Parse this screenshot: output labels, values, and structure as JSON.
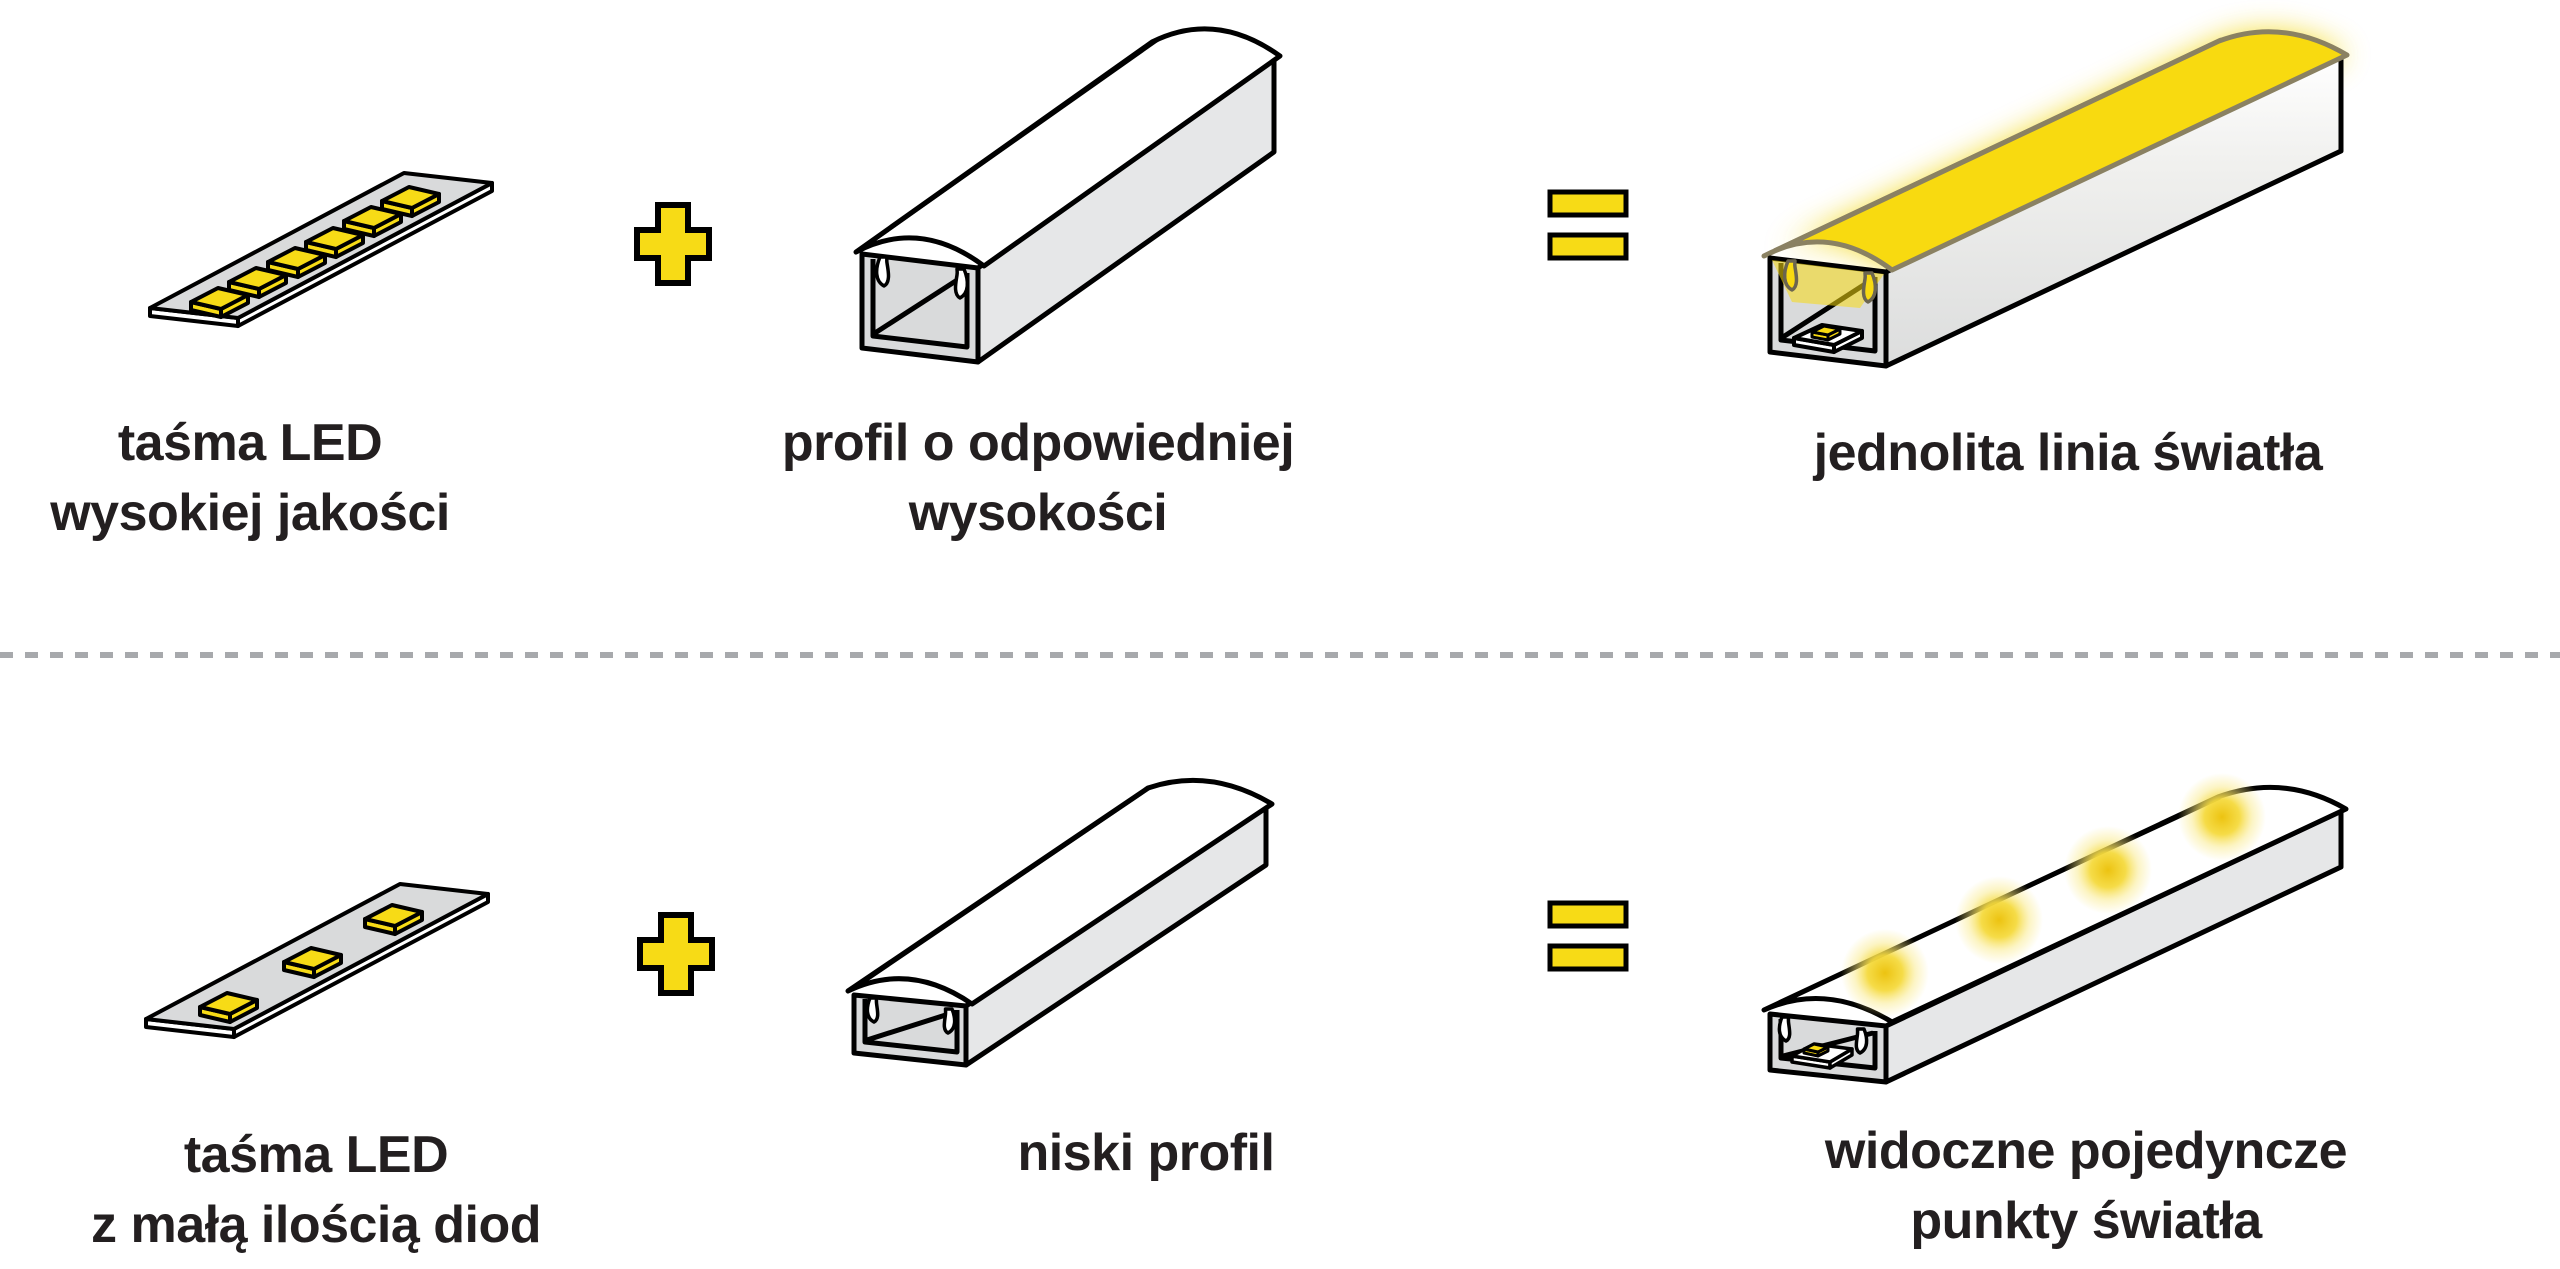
{
  "colors": {
    "yellow": "#f7db16",
    "strip_gray": "#d9dadb",
    "profile_side_gray": "#e6e7e8",
    "divider_gray": "#a7a9ac",
    "outline_black": "#000000",
    "text": "#231f20",
    "background": "#ffffff"
  },
  "icons": {
    "plus": "plus-icon",
    "equals": "equals-icon"
  },
  "top_row": {
    "led_strip_caption": {
      "line1": "taśma LED",
      "line2": "wysokiej jakości"
    },
    "profile_caption": {
      "line1": "profil o odpowiedniej",
      "line2": "wysokości"
    },
    "result_caption": {
      "line1": "jednolita linia światła"
    }
  },
  "bottom_row": {
    "led_strip_caption": {
      "line1": "taśma LED",
      "line2": "z małą ilością diod"
    },
    "profile_caption": {
      "line1": "niski profil"
    },
    "result_caption": {
      "line1": "widoczne pojedyncze",
      "line2": "punkty światła"
    }
  }
}
